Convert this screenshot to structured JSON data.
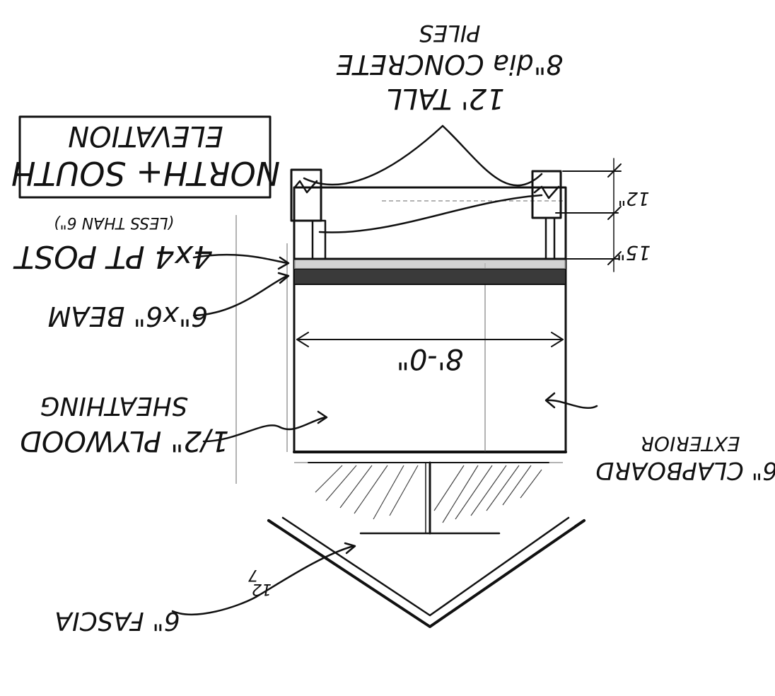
{
  "drawing": {
    "title_line_1": "NORTH+ SOUTH",
    "title_line_2": "ELEVATION",
    "piles_line_1": "12' TALL",
    "piles_line_2": "8\"dia CONCRETE",
    "piles_line_3": "PILES",
    "post_line_1": "4x4 PT POST",
    "post_line_2": "(LESS THAN 6\")",
    "beam_label": "6\"x6\" BEAM",
    "width_dim": "8'-0\"",
    "dim_12": "12\"",
    "dim_15": "15\"",
    "plywood_line_1": "1/2\" PLYWOOD",
    "plywood_line_2": "SHEATHING",
    "clapboard_line_1": "6\" CLAPBOARD",
    "clapboard_line_2": "EXTERIOR",
    "roof_pitch_top": "12",
    "roof_pitch_side": "7",
    "fascia_label": "6\" FASCIA"
  },
  "colors": {
    "ink": "#111111",
    "shadow": "#9a9a9a",
    "paper": "#ffffff"
  }
}
